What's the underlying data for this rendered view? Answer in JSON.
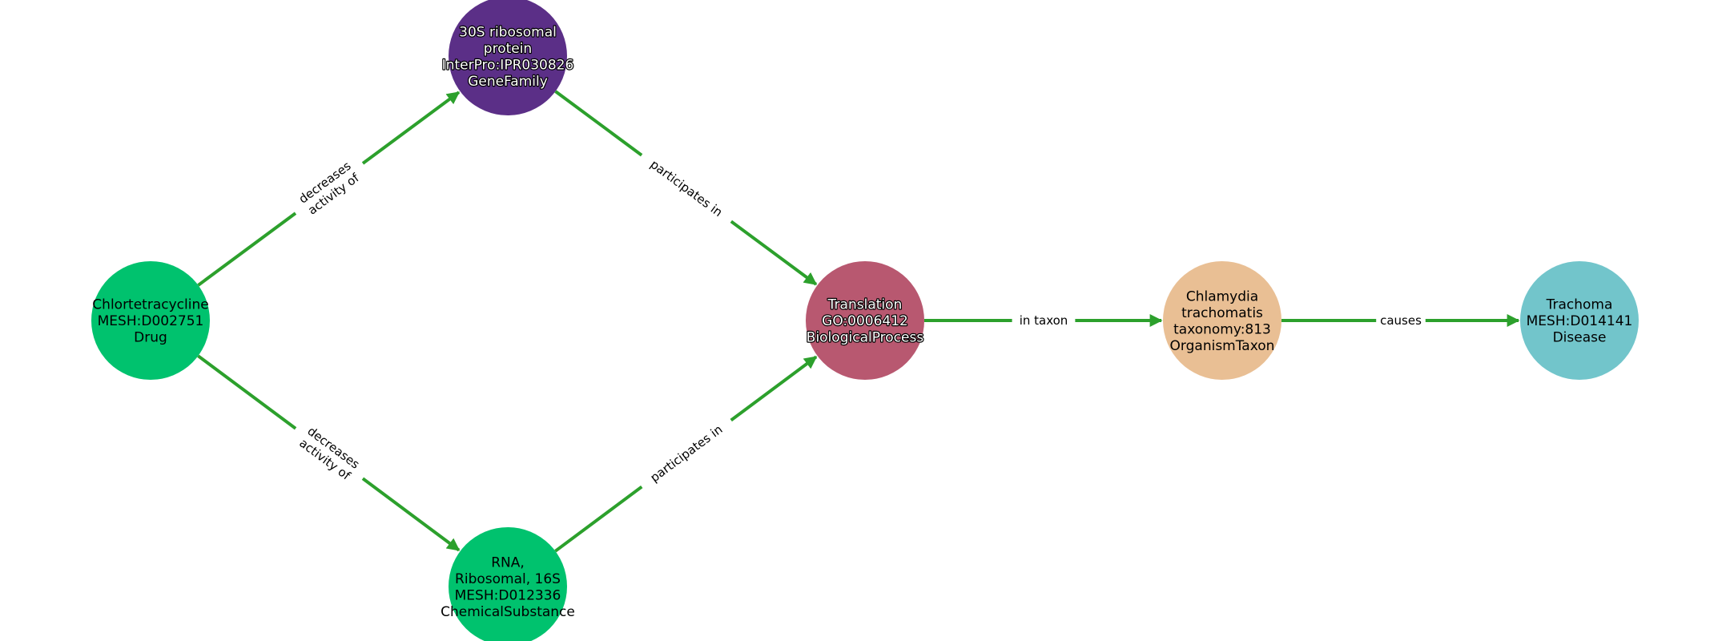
{
  "diagram": {
    "edge_color": "#2ca02c",
    "nodes": [
      {
        "id": "chlortetracycline",
        "lines": [
          "Chlortetracycline",
          "MESH:D002751",
          "Drug"
        ],
        "color": "#00c26e",
        "text_color": "#000000",
        "outlined": false
      },
      {
        "id": "30s-ribosomal-protein",
        "lines": [
          "30S ribosomal",
          "protein",
          "InterPro:IPR030826",
          "GeneFamily"
        ],
        "color": "#5b2f87",
        "text_color": "#ffffff",
        "outlined": true
      },
      {
        "id": "rna-ribosomal-16s",
        "lines": [
          "RNA,",
          "Ribosomal, 16S",
          "MESH:D012336",
          "ChemicalSubstance"
        ],
        "color": "#00c26e",
        "text_color": "#000000",
        "outlined": false
      },
      {
        "id": "translation",
        "lines": [
          "Translation",
          "GO:0006412",
          "BiologicalProcess"
        ],
        "color": "#b85870",
        "text_color": "#ffffff",
        "outlined": true
      },
      {
        "id": "chlamydia-trachomatis",
        "lines": [
          "Chlamydia",
          "trachomatis",
          "taxonomy:813",
          "OrganismTaxon"
        ],
        "color": "#e9bf94",
        "text_color": "#000000",
        "outlined": false
      },
      {
        "id": "trachoma",
        "lines": [
          "Trachoma",
          "MESH:D014141",
          "Disease"
        ],
        "color": "#72c5cb",
        "text_color": "#000000",
        "outlined": false
      }
    ],
    "edges": [
      {
        "source": "chlortetracycline",
        "target": "30s-ribosomal-protein",
        "label_lines": [
          "decreases",
          "activity of"
        ]
      },
      {
        "source": "chlortetracycline",
        "target": "rna-ribosomal-16s",
        "label_lines": [
          "decreases",
          "activity of"
        ]
      },
      {
        "source": "30s-ribosomal-protein",
        "target": "translation",
        "label_lines": [
          "participates in"
        ]
      },
      {
        "source": "rna-ribosomal-16s",
        "target": "translation",
        "label_lines": [
          "participates in"
        ]
      },
      {
        "source": "translation",
        "target": "chlamydia-trachomatis",
        "label_lines": [
          "in taxon"
        ]
      },
      {
        "source": "chlamydia-trachomatis",
        "target": "trachoma",
        "label_lines": [
          "causes"
        ]
      }
    ]
  }
}
